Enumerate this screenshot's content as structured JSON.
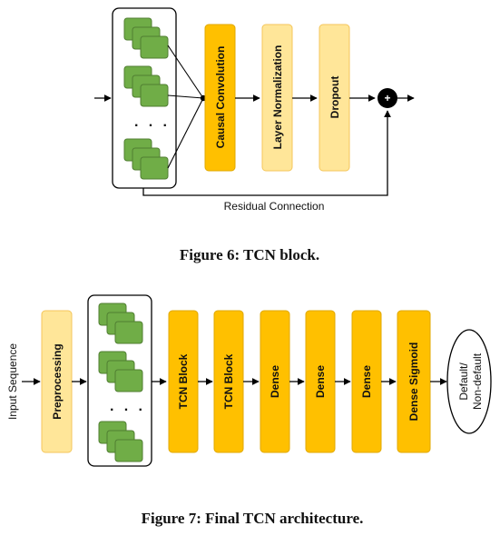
{
  "figure6": {
    "caption": "Figure 6: TCN block.",
    "blocks": [
      "Causal Convolution",
      "Layer Normalization",
      "Dropout"
    ],
    "sum_symbol": "+",
    "residual_label": "Residual Connection",
    "ellipsis": "· · ·"
  },
  "figure7": {
    "caption": "Figure 7: Final TCN architecture.",
    "input_label": "Input Sequence",
    "preprocessing": "Preprocessing",
    "blocks": [
      "TCN Block",
      "TCN Block",
      "Dense",
      "Dense",
      "Dense",
      "Dense Sigmoid"
    ],
    "output_line1": "Default/",
    "output_line2": "Non-default",
    "ellipsis": "· · ·"
  },
  "colors": {
    "dark_yellow": "#FFC000",
    "light_yellow": "#FFE699",
    "light_yellow_border": "#F4C65B",
    "green_fill": "#70AD47",
    "green_border": "#507E32"
  }
}
